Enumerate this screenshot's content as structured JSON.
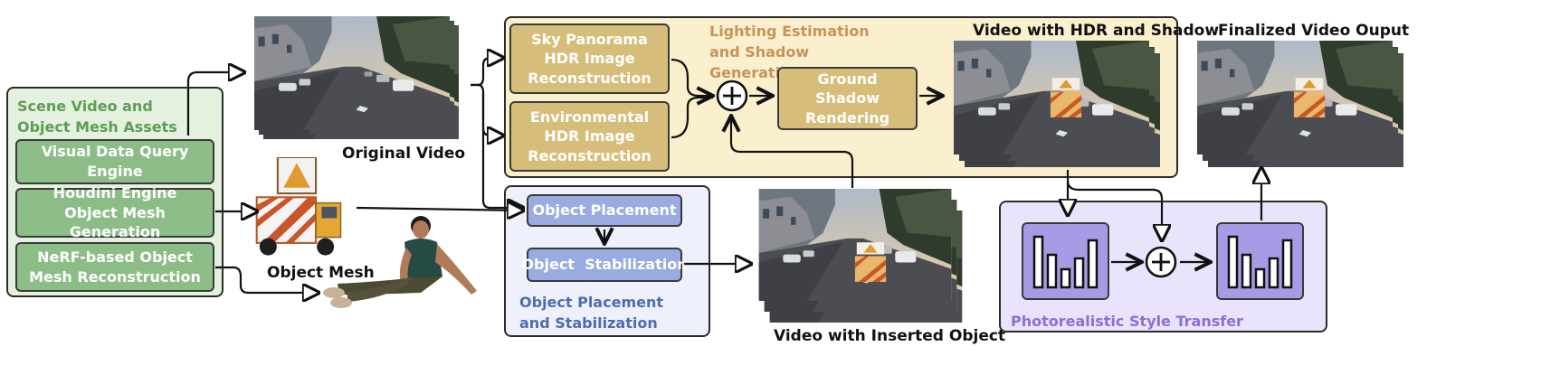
{
  "scene_bank": {
    "title": "Scene Video and Object Mesh Assets Bank",
    "items": [
      "Visual Data Query Engine",
      "Houdini Engine Object Mesh Generation",
      "NeRF-based Object Mesh Reconstruction"
    ]
  },
  "captions": {
    "original_video": "Original Video",
    "object_mesh": "Object Mesh",
    "video_inserted": "Video with Inserted Object",
    "video_hdr_shadow": "Video with HDR and Shadow",
    "final_output": "Finalized Video Ouput"
  },
  "lighting": {
    "title": "Lighting Estimation and Shadow Generation",
    "sky_hdr": "Sky Panorama HDR Image Reconstruction",
    "env_hdr": "Environmental  HDR Image Reconstruction",
    "ground_shadow": "Ground Shadow Rendering"
  },
  "placement": {
    "title": "Object Placement and Stabilization",
    "placement": "Object Placement",
    "stabilization": "Object  Stabilization"
  },
  "style_transfer": {
    "title": "Photorealistic Style Transfer"
  },
  "colors": {
    "green_panel": "#e3f1de",
    "green_box": "#8dbd87",
    "green_text": "#5f9c55",
    "tan_panel": "#fbf0cd",
    "tan_box": "#d6bd7a",
    "tan_text": "#c8925a",
    "blue_panel": "#eef0fb",
    "blue_box": "#99abe0",
    "blue_text": "#4e6bb3",
    "purple_panel": "#e9e3fb",
    "purple_box": "#a99ae6",
    "purple_text": "#8c6fd6"
  }
}
